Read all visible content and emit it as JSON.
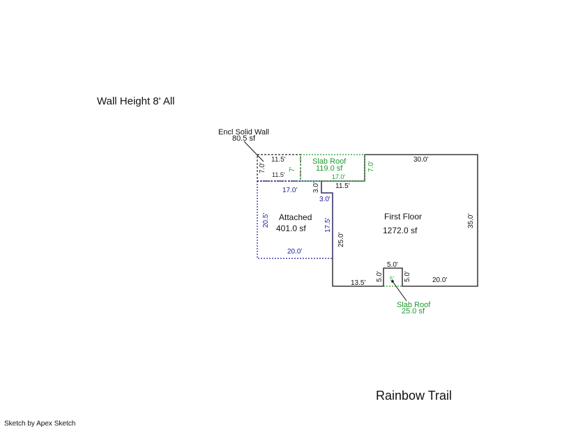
{
  "header": {
    "wall_height": "Wall Height 8' All"
  },
  "footer": {
    "title": "Rainbow Trail",
    "credit": "Sketch by Apex Sketch"
  },
  "colors": {
    "first_floor": "#111111",
    "attached": "#1a1a9c",
    "slab_roof": "#1e9a2a",
    "encl": "#222222"
  },
  "areas": {
    "encl_solid_wall": {
      "name": "Encl Solid Wall",
      "area": "80.5 sf"
    },
    "slab_roof_top": {
      "name": "Slab Roof",
      "area": "119.0 sf"
    },
    "attached": {
      "name": "Attached",
      "area": "401.0 sf"
    },
    "first_floor": {
      "name": "First Floor",
      "area": "1272.0 sf"
    },
    "slab_roof_bottom": {
      "name": "Slab Roof",
      "area": "25.0 sf"
    }
  },
  "dimensions": {
    "encl_top": "11.5'",
    "encl_inner": "11.5'",
    "encl_left": "7.0'",
    "slab_top_left": "7'",
    "slab_top_bottom": "17.0'",
    "slab_top_right": "7.0'",
    "ff_top": "30.0'",
    "ff_right": "35.0'",
    "ff_step_top": "11.5'",
    "ff_step_left": "3.0'",
    "ff_step_bottom": "3.0'",
    "ff_left": "25.0'",
    "ff_bottom_left": "13.5'",
    "ff_bottom_right": "20.0'",
    "notch_top": "5.0'",
    "notch_left": "5.0'",
    "notch_right": "5.0'",
    "notch_bottom": "5'",
    "att_top": "17.0'",
    "att_left": "20.5'",
    "att_right": "17.5'",
    "att_bottom": "20.0'"
  }
}
